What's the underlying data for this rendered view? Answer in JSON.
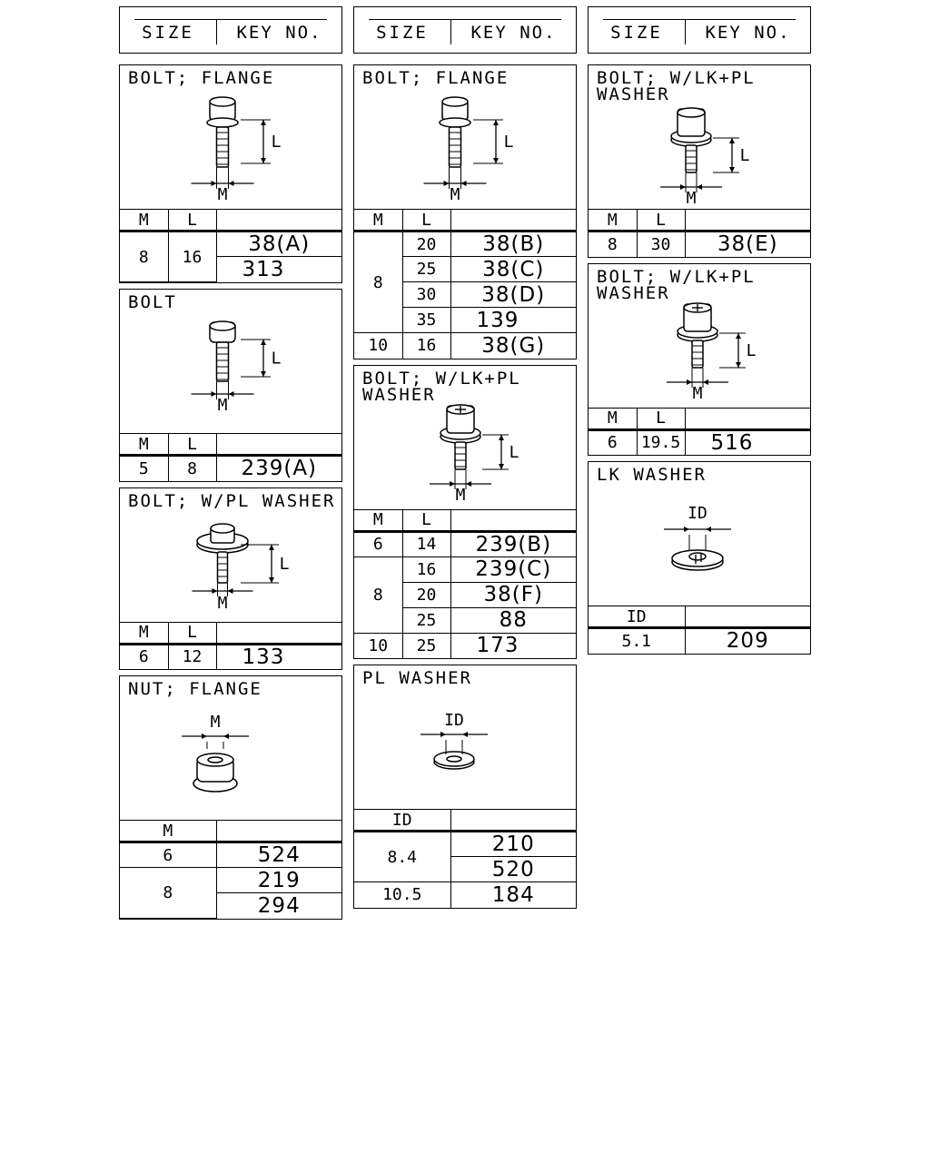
{
  "header": {
    "size_label": "SIZE",
    "key_label": "KEY NO."
  },
  "columns": [
    [
      {
        "title": "BOLT; FLANGE",
        "icon": "flange-bolt-icon",
        "dims": [
          "M",
          "L"
        ],
        "rows": [
          {
            "sizes": [
              "8",
              "16"
            ],
            "keys": [
              "38(A)",
              "313"
            ]
          }
        ]
      },
      {
        "title": "BOLT",
        "icon": "hex-bolt-icon",
        "dims": [
          "M",
          "L"
        ],
        "rows": [
          {
            "sizes": [
              "5",
              "8"
            ],
            "keys": [
              "239(A)"
            ]
          }
        ]
      },
      {
        "title": "BOLT; W/PL WASHER",
        "icon": "washer-bolt-icon",
        "dims": [
          "M",
          "L"
        ],
        "rows": [
          {
            "sizes": [
              "6",
              "12"
            ],
            "keys": [
              "133"
            ]
          }
        ]
      },
      {
        "title": "NUT; FLANGE",
        "icon": "flange-nut-icon",
        "dims": [
          "M"
        ],
        "rows": [
          {
            "sizes": [
              "6"
            ],
            "keys": [
              "524"
            ]
          },
          {
            "sizes": [
              "8"
            ],
            "keys": [
              "219",
              "294"
            ]
          }
        ]
      }
    ],
    [
      {
        "title": "BOLT; FLANGE",
        "icon": "flange-bolt-icon",
        "dims": [
          "M",
          "L"
        ],
        "rows": [
          {
            "sizes": [
              "8",
              "20"
            ],
            "keys": [
              "38(B)"
            ]
          },
          {
            "sizes": [
              "8",
              "25"
            ],
            "keys": [
              "38(C)"
            ]
          },
          {
            "sizes": [
              "8",
              "30"
            ],
            "keys": [
              "38(D)"
            ]
          },
          {
            "sizes": [
              "8",
              "35"
            ],
            "keys": [
              "139"
            ]
          },
          {
            "sizes": [
              "10",
              "16"
            ],
            "keys": [
              "38(G)"
            ]
          }
        ]
      },
      {
        "title": "BOLT; W/LK+PL\nWASHER",
        "icon": "cross-head-bolt-icon",
        "dims": [
          "M",
          "L"
        ],
        "rows": [
          {
            "sizes": [
              "6",
              "14"
            ],
            "keys": [
              "239(B)"
            ]
          },
          {
            "sizes": [
              "8",
              "16"
            ],
            "keys": [
              "239(C)"
            ]
          },
          {
            "sizes": [
              "8",
              "20"
            ],
            "keys": [
              "38(F)"
            ]
          },
          {
            "sizes": [
              "8",
              "25"
            ],
            "keys": [
              "88"
            ]
          },
          {
            "sizes": [
              "10",
              "25"
            ],
            "keys": [
              "173"
            ]
          }
        ]
      },
      {
        "title": "PL WASHER",
        "icon": "plain-washer-icon",
        "dims": [
          "ID"
        ],
        "rows": [
          {
            "sizes": [
              "8.4"
            ],
            "keys": [
              "210",
              "520"
            ]
          },
          {
            "sizes": [
              "10.5"
            ],
            "keys": [
              "184"
            ]
          }
        ]
      }
    ],
    [
      {
        "title": "BOLT; W/LK+PL\nWASHER",
        "icon": "lk-washer-bolt-icon",
        "dims": [
          "M",
          "L"
        ],
        "rows": [
          {
            "sizes": [
              "8",
              "30"
            ],
            "keys": [
              "38(E)"
            ]
          }
        ]
      },
      {
        "title": "BOLT; W/LK+PL\nWASHER",
        "icon": "cross-head-bolt-icon",
        "dims": [
          "M",
          "L"
        ],
        "rows": [
          {
            "sizes": [
              "6",
              "19.5"
            ],
            "keys": [
              "516"
            ]
          }
        ]
      },
      {
        "title": "LK WASHER",
        "icon": "lock-washer-icon",
        "dims": [
          "ID"
        ],
        "rows": [
          {
            "sizes": [
              "5.1"
            ],
            "keys": [
              "209"
            ]
          }
        ]
      }
    ]
  ]
}
